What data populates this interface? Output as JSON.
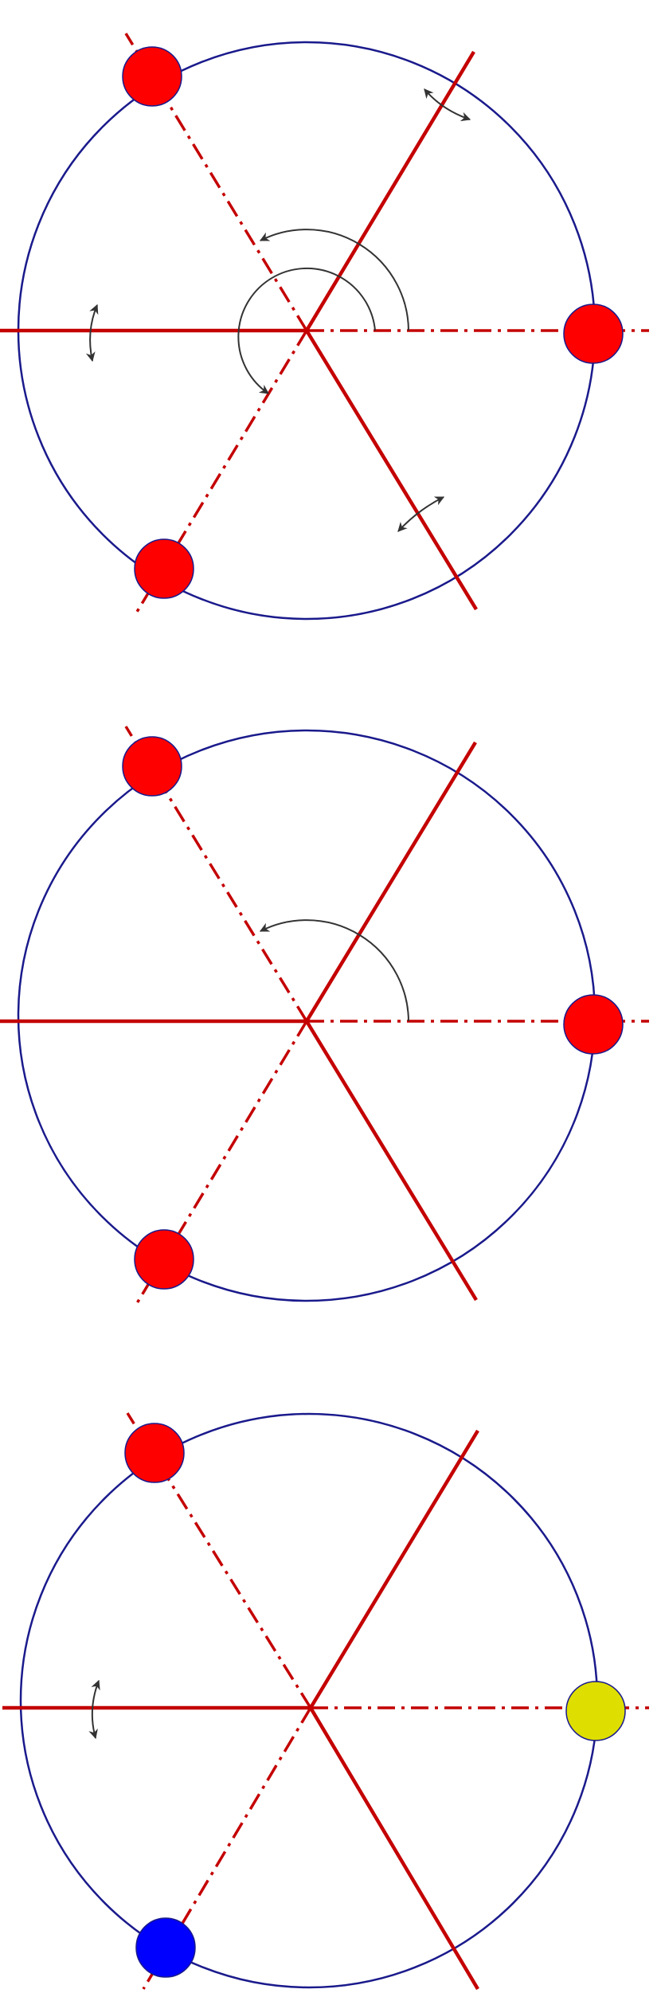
{
  "colors": {
    "circle": "#1a1a8c",
    "axis": "#c40000",
    "arrow": "#333333",
    "red": "#ff0000",
    "blue": "#0000ff",
    "yellow": "#dede00",
    "background": "#ffffff"
  },
  "panels": [
    {
      "name": "top",
      "dots": [
        "red",
        "red",
        "red"
      ],
      "reflection_arrows": 3,
      "rotation_arrows": 2
    },
    {
      "name": "middle",
      "dots": [
        "red",
        "red",
        "red"
      ],
      "reflection_arrows": 0,
      "rotation_arrows": 1
    },
    {
      "name": "bottom",
      "dots": [
        "red",
        "blue",
        "yellow"
      ],
      "reflection_arrows": 1,
      "rotation_arrows": 0
    }
  ]
}
